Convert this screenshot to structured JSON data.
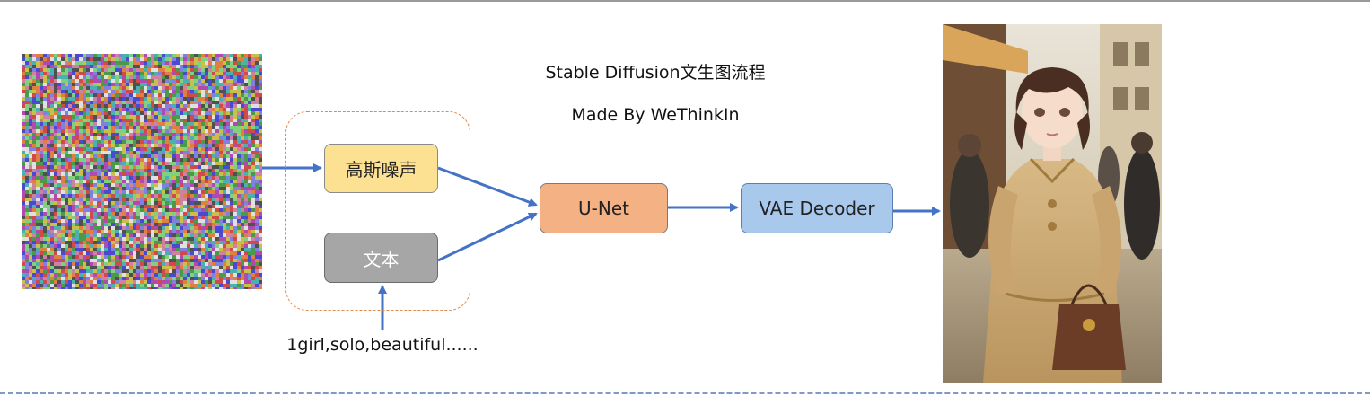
{
  "title": {
    "line1": "Stable Diffusion文生图流程",
    "line2": "Made By WeThinkIn"
  },
  "nodes": {
    "gaussian_noise": "高斯噪声",
    "text": "文本",
    "unet": "U-Net",
    "vae_decoder": "VAE Decoder"
  },
  "prompt": "1girl,solo,beautiful......",
  "colors": {
    "noise_node": "#fde192",
    "text_node": "#a6a6a6",
    "unet_node": "#f4b183",
    "vae_node": "#a9c9ec",
    "arrow": "#4472c4",
    "group_border": "#e08b4e",
    "bottom_divider": "#7f9bc4"
  }
}
